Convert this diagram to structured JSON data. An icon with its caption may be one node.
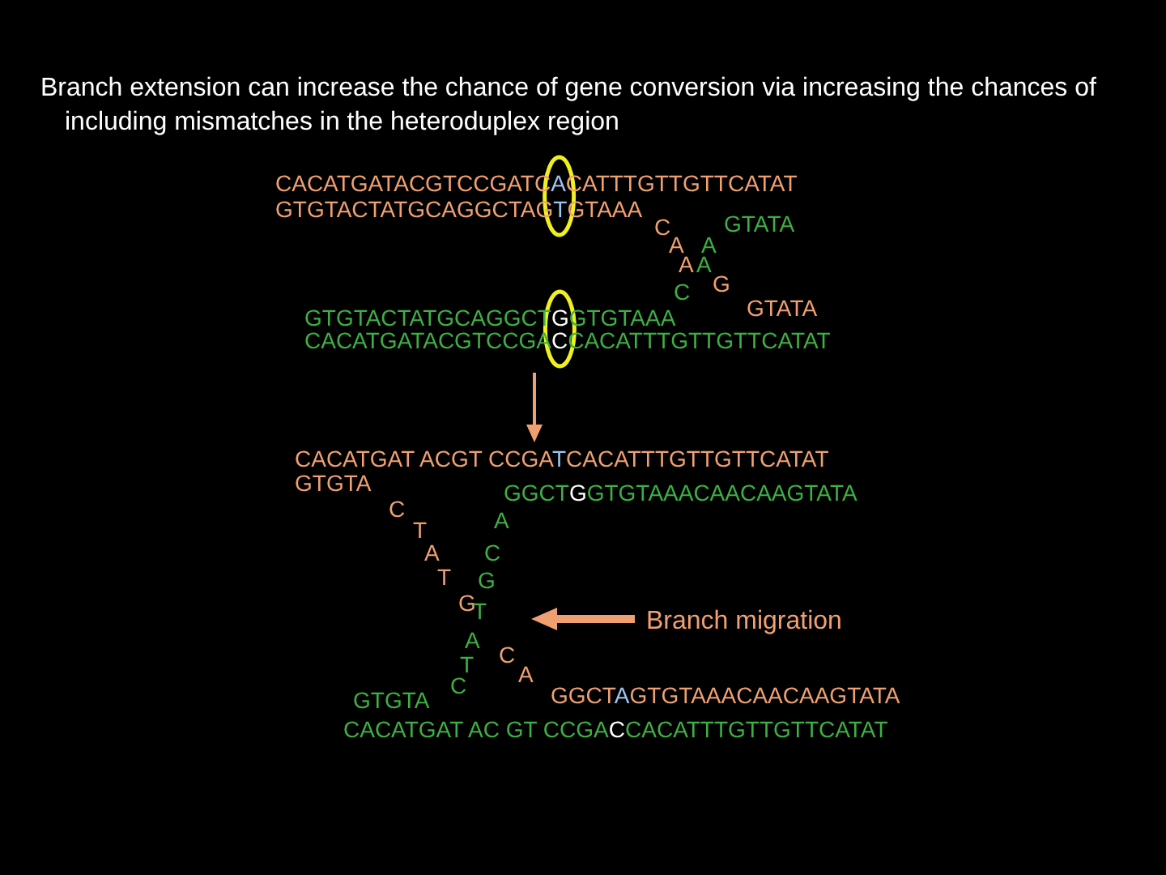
{
  "diagram": {
    "title": "Branch extension can increase the chance of gene conversion via increasing the chances of including mismatches in the heteroduplex region",
    "labels": [
      "CACATGATACGTCCGATCACATTTGTTGTTCATAT",
      "GTGTACTATGCAGGCTAGTGTAAA",
      "C",
      "GTATA",
      "A",
      "A",
      "A",
      "A",
      "C",
      "G",
      "GTGTACTATGCAGGCTGGTGTAAA",
      "GTATA",
      "CACATGATACGTCCGACCACATTTGTTGTTCATAT",
      "CACATGAT ACGT CCGATCACATTTGTTGTTCATAT",
      "GTGTA",
      "C",
      "GGCTGGTGTAAACAACAAGTATA",
      "T",
      "A",
      "A",
      "C",
      "T",
      "G",
      "G",
      "T",
      "Branch migration",
      "A",
      "T",
      "C",
      "C",
      "A",
      "GTGTA",
      "GGCTAGTGTAAACAACAAGTATA",
      "CACATGAT AC GT CCGACCACATTTGTTGTTCATAT"
    ]
  }
}
